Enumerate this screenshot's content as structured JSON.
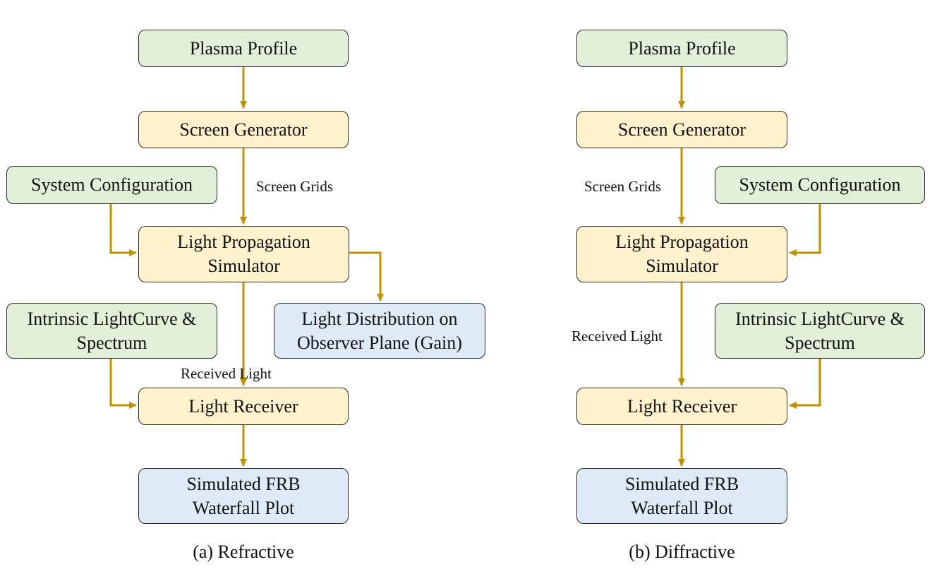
{
  "colors": {
    "arrow": "#bf9000",
    "process": "#fff2cc",
    "input": "#e2efd9",
    "output": "#deebf7"
  },
  "refractive": {
    "caption": "(a) Refractive",
    "plasma_profile": "Plasma Profile",
    "screen_generator": "Screen Generator",
    "system_configuration": "System Configuration",
    "light_propagation_1": "Light Propagation",
    "light_propagation_2": "Simulator",
    "light_distribution_1": "Light Distribution on",
    "light_distribution_2": "Observer Plane (Gain)",
    "intrinsic_1": "Intrinsic LightCurve &",
    "intrinsic_2": "Spectrum",
    "light_receiver": "Light Receiver",
    "simulated_1": "Simulated FRB",
    "simulated_2": "Waterfall Plot",
    "label_screen_grids": "Screen Grids",
    "label_received_light": "Received Light"
  },
  "diffractive": {
    "caption": "(b) Diffractive",
    "plasma_profile": "Plasma Profile",
    "screen_generator": "Screen Generator",
    "system_configuration": "System Configuration",
    "light_propagation_1": "Light Propagation",
    "light_propagation_2": "Simulator",
    "intrinsic_1": "Intrinsic LightCurve &",
    "intrinsic_2": "Spectrum",
    "light_receiver": "Light Receiver",
    "simulated_1": "Simulated FRB",
    "simulated_2": "Waterfall Plot",
    "label_screen_grids": "Screen Grids",
    "label_received_light": "Received Light"
  }
}
